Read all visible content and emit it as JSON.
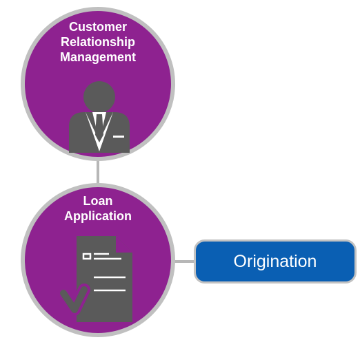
{
  "colors": {
    "circle_fill": "#8e2290",
    "circle_border": "#c0c0c0",
    "connector": "#b7b7b7",
    "icon_gray": "#5a5a5a",
    "origination_fill": "#0a5fb3"
  },
  "nodes": {
    "crm": {
      "label_lines": [
        "Customer",
        "Relationship",
        "Management"
      ],
      "icon": "businessman-icon"
    },
    "loan_application": {
      "label_lines": [
        "Loan",
        "Application"
      ],
      "icon": "document-checkmark-icon"
    },
    "origination": {
      "label": "Origination"
    }
  }
}
